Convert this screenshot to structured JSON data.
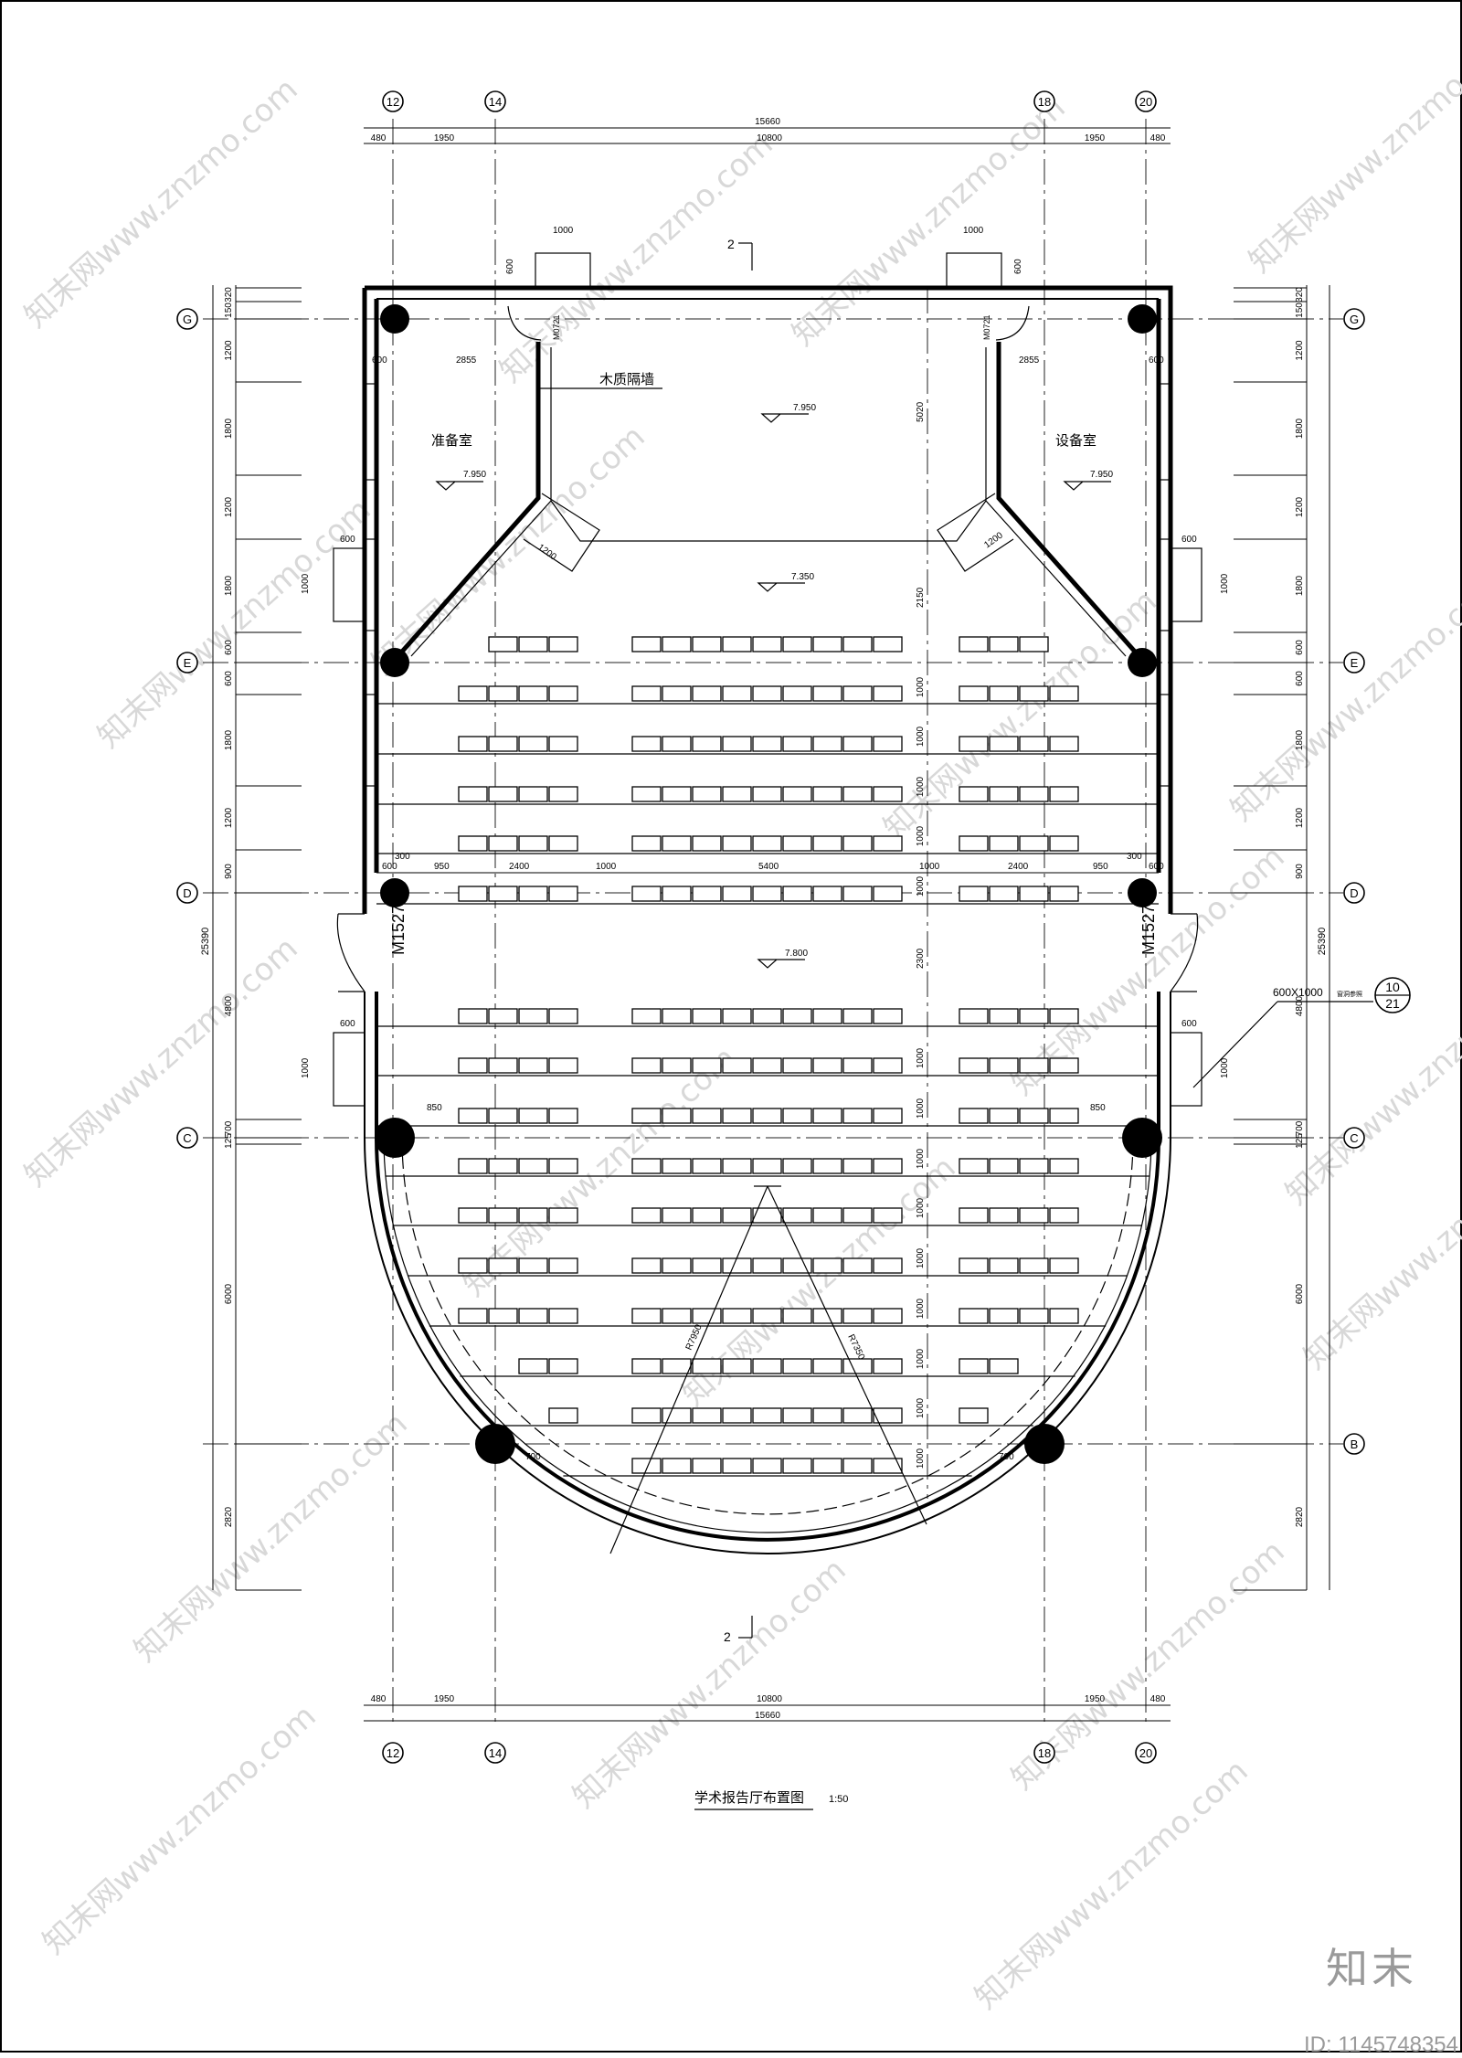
{
  "drawing": {
    "title": "学术报告厅布置图",
    "scale": "1:50",
    "section_mark": "2"
  },
  "axes": {
    "vertical": [
      "12",
      "14",
      "18",
      "20"
    ],
    "horizontal": [
      "G",
      "E",
      "D",
      "C",
      "B"
    ]
  },
  "dimensions": {
    "top_total": "15660",
    "top_segments": [
      "480",
      "1950",
      "10800",
      "1950",
      "480"
    ],
    "bottom_total": "15660",
    "bottom_segments": [
      "480",
      "1950",
      "10800",
      "1950",
      "480"
    ],
    "overall_height": "25390",
    "left_chain": [
      "320",
      "150",
      "1200",
      "1800",
      "1200",
      "1800",
      "600",
      "600",
      "1800",
      "1200",
      "900",
      "4800",
      "700",
      "125",
      "6000",
      "2820"
    ],
    "right_chain": [
      "320",
      "150",
      "1200",
      "1800",
      "1200",
      "1800",
      "600",
      "600",
      "1800",
      "1200",
      "900",
      "4800",
      "700",
      "125",
      "6000",
      "2820"
    ],
    "row_spacing": "1000",
    "front_depth": "2150",
    "stage_depth": "5020",
    "mid_aisle": "2300",
    "middle_chain": [
      "600",
      "300",
      "950",
      "2400",
      "1000",
      "5400",
      "1000",
      "2400",
      "950",
      "300",
      "600"
    ],
    "room_width": "2855",
    "wall_offset": "600",
    "door_width": "1000",
    "door_depth": "600",
    "window_width": "600",
    "window_height": "1000",
    "corridor": "1200",
    "side_gap": "850",
    "front_gap": "700",
    "radius_a": "R7950",
    "radius_b": "R7350"
  },
  "labels": {
    "partition": "木质隔墙",
    "room_left": "准备室",
    "room_right": "设备室",
    "door_tag": "M1527",
    "small_door_tag": "M0721",
    "window_tag": "600X1000",
    "window_note": "窗洞参照",
    "detail_ref_top": "10",
    "detail_ref_bottom": "21"
  },
  "levels": {
    "stage": "7.950",
    "room_left": "7.950",
    "room_right": "7.950",
    "front": "7.350",
    "rear": "7.800"
  },
  "watermark": {
    "brand": "知末",
    "id": "ID: 1145748354",
    "site": "www.znzmo.com",
    "site_brand": "知末网"
  }
}
